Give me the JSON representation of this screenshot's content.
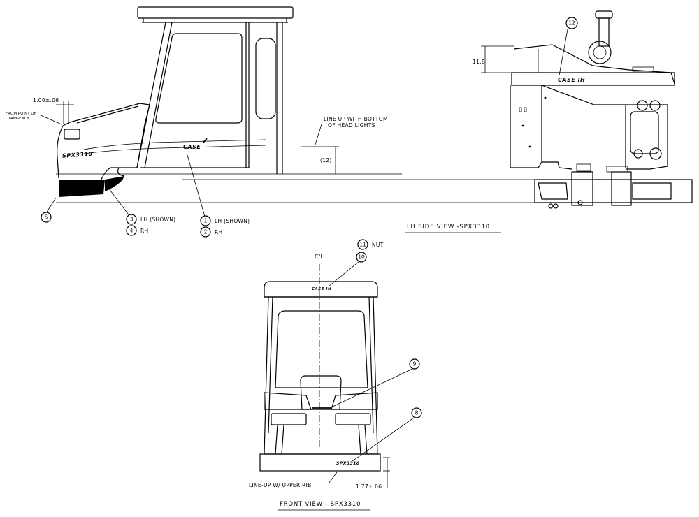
{
  "side_view": {
    "title": "LH SIDE VIEW -SPX3310",
    "dim_offset": "1.00±.06",
    "note_tangency": [
      "FROM POINT OF",
      "TANGENCY"
    ],
    "note_lineup": [
      "LINE UP WITH BOTTOM",
      "OF HEAD LIGHTS"
    ],
    "dim_12": "(12)",
    "dim_11_8": "11.8",
    "logo_hood": "SPX3310",
    "logo_cab": "CASE",
    "logo_rear": "CASE IH",
    "callouts": [
      {
        "num": "1",
        "text": "LH (SHOWN)"
      },
      {
        "num": "2",
        "text": "RH"
      },
      {
        "num": "3",
        "text": "LH (SHOWN)"
      },
      {
        "num": "4",
        "text": "RH"
      },
      {
        "num": "5",
        "text": ""
      },
      {
        "num": "12",
        "text": ""
      }
    ]
  },
  "front_view": {
    "title": "FRONT VIEW - SPX3310",
    "centerline": "C/L",
    "logo_roof": "CASE IH",
    "logo_bumper": "SPX3310",
    "note_lineup": "LINE-UP W/ UPPER RIB",
    "dim_offset": "1.77±.06",
    "callouts": [
      {
        "num": "11",
        "text": "NUT"
      },
      {
        "num": "10",
        "text": ""
      },
      {
        "num": "9",
        "text": ""
      },
      {
        "num": "8",
        "text": ""
      }
    ]
  }
}
